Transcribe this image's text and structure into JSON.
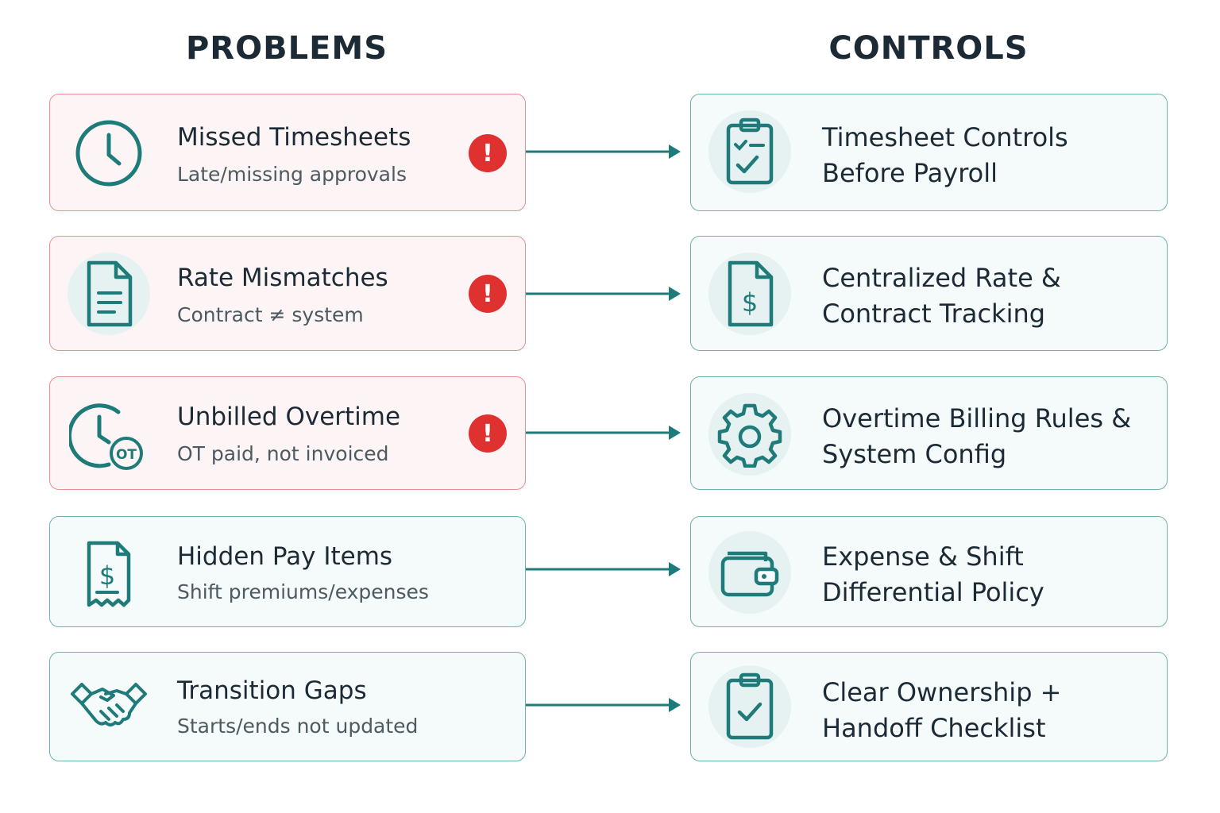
{
  "headings": {
    "problems": "PROBLEMS",
    "controls": "CONTROLS"
  },
  "rows": [
    {
      "problem": {
        "title": "Missed Timesheets",
        "subtitle": "Late/missing approvals",
        "icon": "clock-icon",
        "flagged": true,
        "alert": "!"
      },
      "control": {
        "line1": "Timesheet Controls",
        "line2": "Before Payroll",
        "icon": "clipboard-checklist-icon"
      }
    },
    {
      "problem": {
        "title": "Rate Mismatches",
        "subtitle": "Contract ≠ system",
        "icon": "document-icon",
        "flagged": true,
        "alert": "!"
      },
      "control": {
        "line1": "Centralized Rate &",
        "line2": "Contract Tracking",
        "icon": "dollar-document-icon"
      }
    },
    {
      "problem": {
        "title": "Unbilled Overtime",
        "subtitle": "OT paid, not invoiced",
        "icon": "clock-overtime-icon",
        "badge": "OT",
        "flagged": true,
        "alert": "!"
      },
      "control": {
        "line1": "Overtime Billing Rules &",
        "line2": "System Config",
        "icon": "gear-icon"
      }
    },
    {
      "problem": {
        "title": "Hidden Pay Items",
        "subtitle": "Shift premiums/expenses",
        "icon": "dollar-receipt-icon",
        "flagged": false
      },
      "control": {
        "line1": "Expense & Shift",
        "line2": "Differential Policy",
        "icon": "wallet-icon"
      }
    },
    {
      "problem": {
        "title": "Transition Gaps",
        "subtitle": "Starts/ends not updated",
        "icon": "handshake-icon",
        "flagged": false
      },
      "control": {
        "line1": "Clear Ownership +",
        "line2": "Handoff Checklist",
        "icon": "clipboard-check-icon"
      }
    }
  ],
  "colors": {
    "teal": "#1f7a7a",
    "alert_red": "#e03131",
    "risk_border": "#e98f8f",
    "neutral_border": "#6fb2b0"
  }
}
